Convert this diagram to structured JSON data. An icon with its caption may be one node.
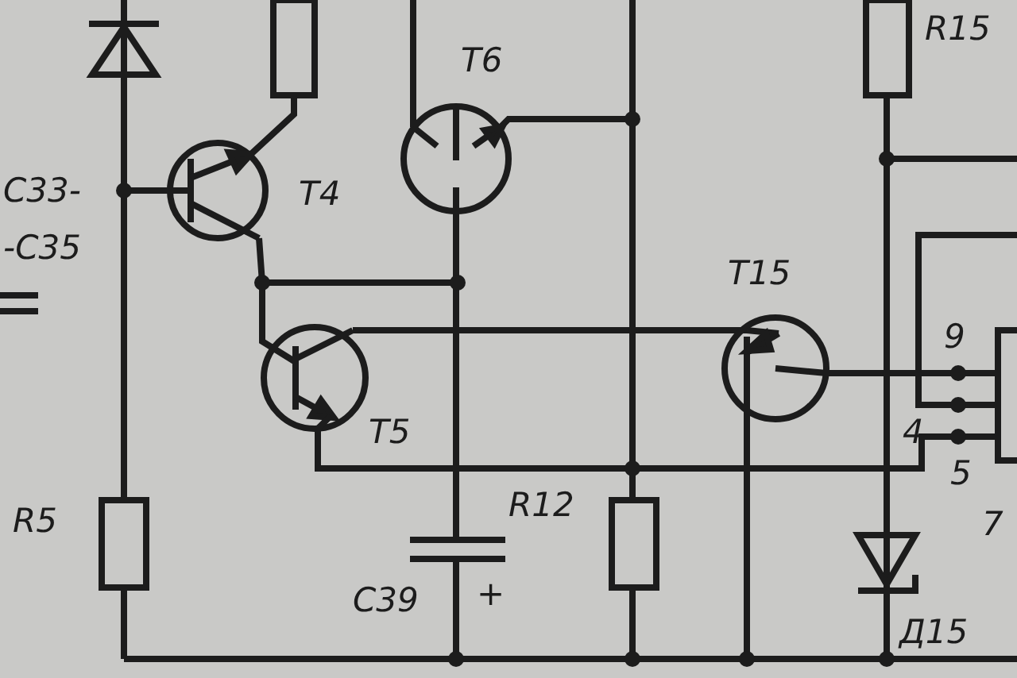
{
  "diagram": {
    "labels": [
      "С33-",
      "-С35",
      "Т6",
      "Т4",
      "Т15",
      "Т5",
      "R15",
      "9",
      "4",
      "5",
      "7",
      "R5",
      "R12",
      "С39",
      "+",
      "Д15"
    ]
  }
}
